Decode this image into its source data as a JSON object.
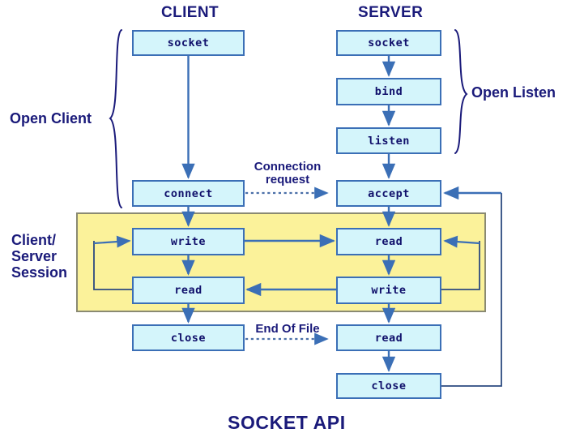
{
  "diagram": {
    "footer_title": "SOCKET API",
    "accent_box_fill": "#d4f5fb",
    "accent_box_stroke": "#3b6fb6",
    "session_zone_fill": "#fbf29a",
    "text_color": "#1a1a7a"
  },
  "columns": [
    {
      "key": "client",
      "title": "CLIENT"
    },
    {
      "key": "server",
      "title": "SERVER"
    }
  ],
  "group_labels": [
    {
      "key": "open_client",
      "text": "Open Client"
    },
    {
      "key": "open_listen",
      "text": "Open Listen"
    },
    {
      "key": "session",
      "line1": "Client/",
      "line2": "Server",
      "line3": "Session"
    }
  ],
  "edge_labels": [
    {
      "key": "connection_request",
      "line1": "Connection",
      "line2": "request"
    },
    {
      "key": "end_of_file",
      "line1": "End Of File"
    }
  ],
  "nodes": {
    "client_socket": "socket",
    "client_connect": "connect",
    "client_write": "write",
    "client_read": "read",
    "client_close": "close",
    "server_socket": "socket",
    "server_bind": "bind",
    "server_listen": "listen",
    "server_accept": "accept",
    "server_read": "read",
    "server_write": "write",
    "server_read2": "read",
    "server_close": "close"
  }
}
